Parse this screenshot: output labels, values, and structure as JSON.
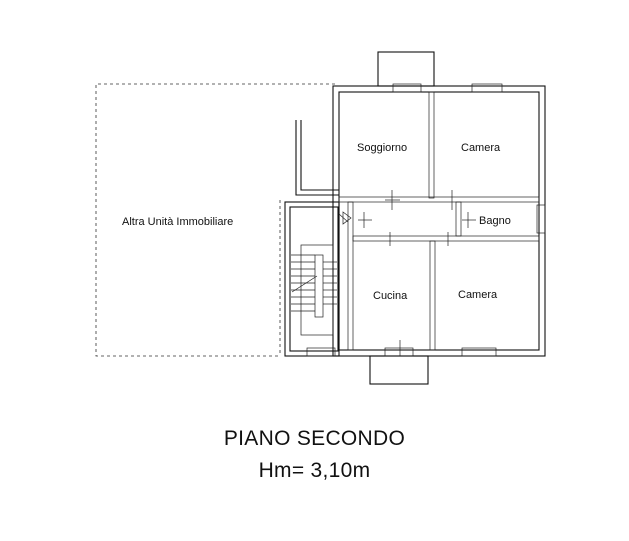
{
  "rooms": {
    "soggiorno": "Soggiorno",
    "camera_top": "Camera",
    "bagno": "Bagno",
    "cucina": "Cucina",
    "camera_bottom": "Camera",
    "altra_unita": "Altra Unità Immobiliare"
  },
  "footer": {
    "floor": "PIANO SECONDO",
    "height": "Hm= 3,10m"
  }
}
